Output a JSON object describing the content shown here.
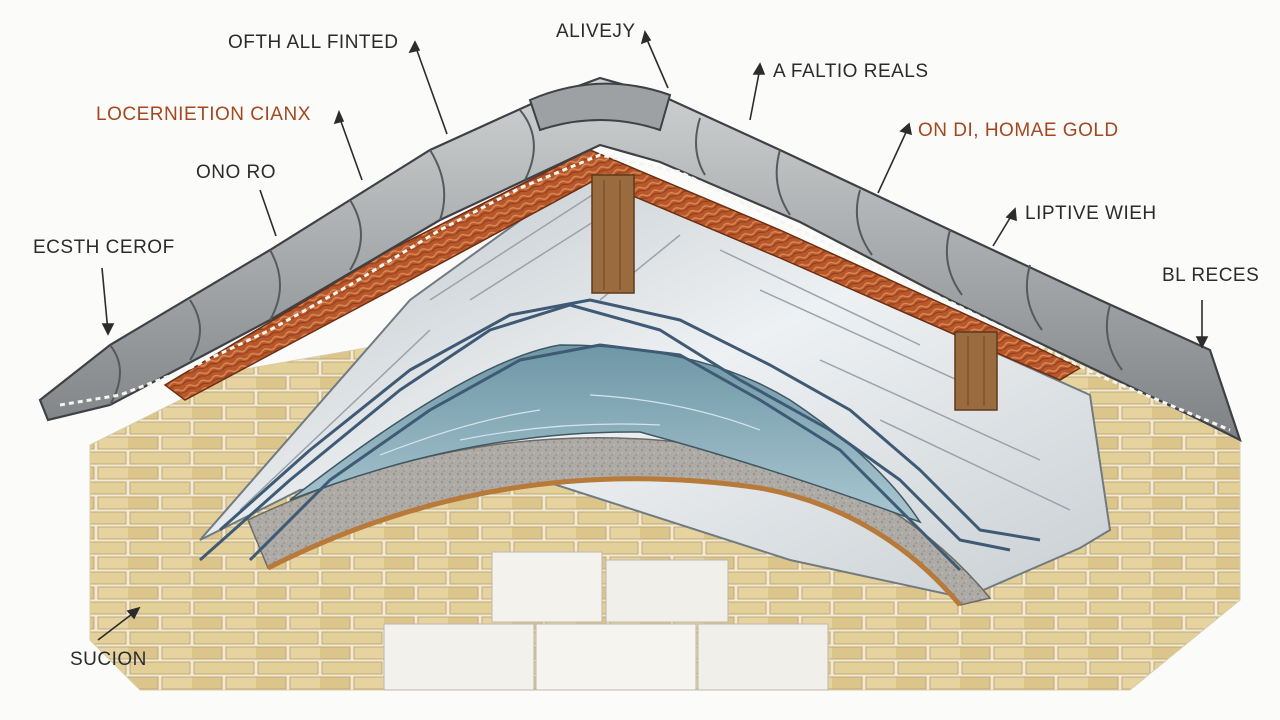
{
  "labels": [
    {
      "id": "oft-all-finted",
      "text": "OFTH ALL FINTED",
      "accent": false
    },
    {
      "id": "alivety",
      "text": "ALIVEJY",
      "accent": false
    },
    {
      "id": "a-faltio-reals",
      "text": "A FALTIO REALS",
      "accent": false
    },
    {
      "id": "locernietion-cianx",
      "text": "LOCERNIETION CIANX",
      "accent": true
    },
    {
      "id": "on-di-homae-gold",
      "text": "ON DI, HOMAE GOLD",
      "accent": true
    },
    {
      "id": "ono-ro",
      "text": "ONO RO",
      "accent": false
    },
    {
      "id": "liptive-wien",
      "text": "LIPTIVE WIEH",
      "accent": false
    },
    {
      "id": "ecsth-cerof",
      "text": "ECSTH CEROF",
      "accent": false
    },
    {
      "id": "bl-reces",
      "text": "BL RECES",
      "accent": false
    },
    {
      "id": "sucion",
      "text": "SUCION",
      "accent": false
    }
  ],
  "colors": {
    "tile": "#a9acae",
    "tile_dark": "#4f5256",
    "insulation": "#b8572b",
    "deck": "#dde2e5",
    "membrane": "#8fb1be",
    "concrete": "#a3a09c",
    "brick": "#e3cf98",
    "mortar": "#f1e9d4",
    "timber": "#9a6b3e",
    "accent_text": "#a4471f"
  }
}
